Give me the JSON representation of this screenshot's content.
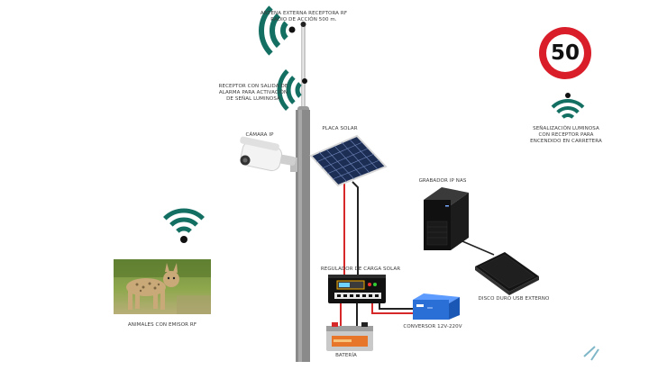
{
  "labels": {
    "antenna": [
      "ANTENA EXTERNA RECEPTORA RF",
      "RADIO DE ACCIÓN 500 m."
    ],
    "receiver": [
      "RECEPTOR CON SALIDA DE",
      "ALARMA PARA ACTIVACIÓN",
      "DE SEÑAL LUMINOSA"
    ],
    "camera": "CÁMARA IP",
    "solar_panel": "PLACA SOLAR",
    "nvr": "GRABADOR IP NAS",
    "external_disk": "DISCO DURO USB EXTERNO",
    "charge_regulator": "REGULADOR DE CARGA SOLAR",
    "converter": "CONVERSOR 12V-220V",
    "battery": "BATERÍA",
    "animals": "ANIMALES CON EMISOR RF",
    "road_sign": [
      "SEÑALIZACIÓN LUMINOSA",
      "CON RECEPTOR PARA",
      "ENCENDIDO EN CARRETERA"
    ]
  },
  "sign_value": "50",
  "colors": {
    "wifi": "#146f63",
    "pole": "#8a8a8a",
    "wire_red": "#d62828",
    "wire_black": "#222222",
    "sign_red": "#d91e2a",
    "converter_blue": "#2a6fd6"
  }
}
